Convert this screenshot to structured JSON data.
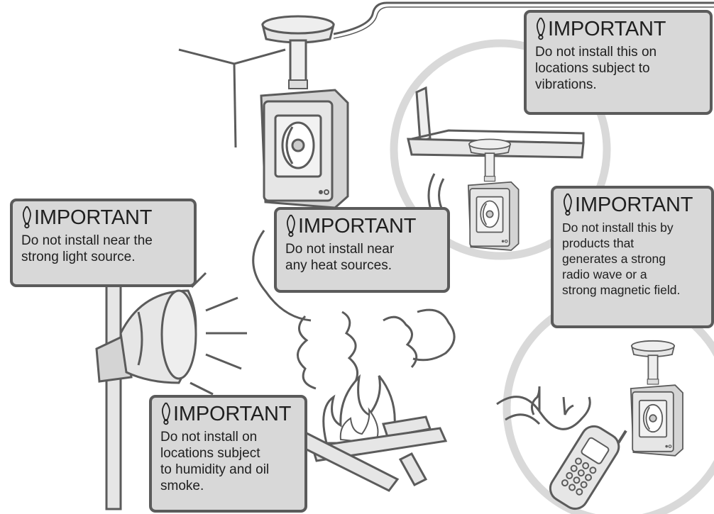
{
  "callouts": {
    "vibration": {
      "heading": "IMPORTANT",
      "text": "Do not install this on\nlocations subject to\nvibrations."
    },
    "radio": {
      "heading": "IMPORTANT",
      "text": "Do not install this by\nproducts that\ngenerates a strong\nradio wave or a\nstrong magnetic field."
    },
    "light": {
      "heading": "IMPORTANT",
      "text": "Do not install near the\nstrong light source."
    },
    "heat": {
      "heading": "IMPORTANT",
      "text": "Do not install near\nany heat sources."
    },
    "humidity": {
      "heading": "IMPORTANT",
      "text": "Do not install on\nlocations subject\nto humidity and oil\nsmoke."
    }
  },
  "colors": {
    "outline": "#5b5b5b",
    "callout_fill": "#d8d8d8",
    "circle": "#d9d9d9",
    "device_fill": "#e6e6e6"
  },
  "icons": [
    "important-icon",
    "camera-icon",
    "spotlight-icon",
    "campfire-icon",
    "phone-icon",
    "music-note-icon"
  ]
}
